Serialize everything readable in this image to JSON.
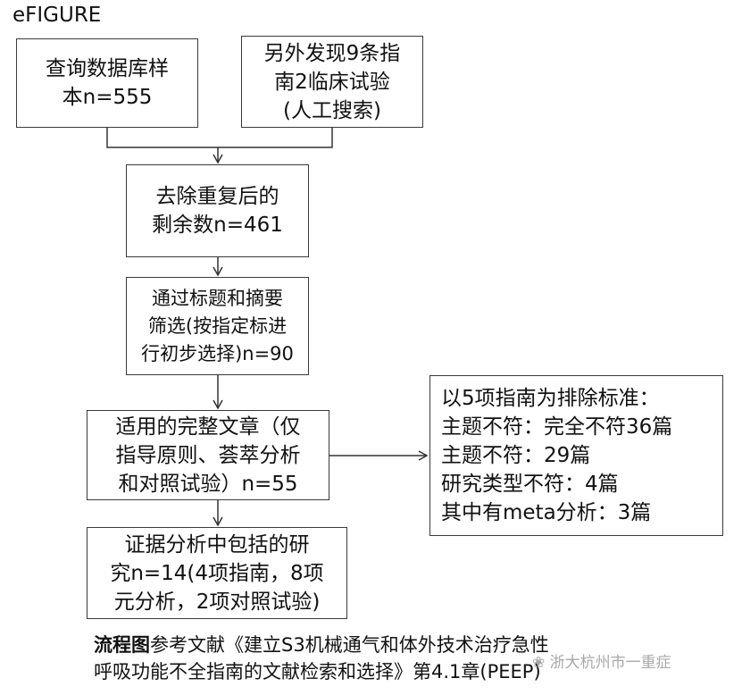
{
  "figure_label": "eFIGURE",
  "nodes": {
    "database": {
      "lines": [
        "查询数据库样",
        "本n=555"
      ]
    },
    "manual": {
      "lines": [
        "另外发现9条指",
        "南2临床试验",
        "(人工搜索)"
      ]
    },
    "dedup": {
      "lines": [
        "去除重复后的",
        "剩余数n=461"
      ]
    },
    "screen": {
      "lines": [
        "通过标题和摘要",
        "筛选(按指定标进",
        "行初步选择)n=90"
      ]
    },
    "fulltext": {
      "lines": [
        "适用的完整文章（仅",
        "指导原则、荟萃分析",
        "和对照试验）n=55"
      ]
    },
    "exclusion": {
      "lines": [
        "以5项指南为排除标准：",
        "主题不符：完全不符36篇",
        "主题不符：29篇",
        "研究类型不符：4篇",
        "其中有meta分析：3篇"
      ]
    },
    "included": {
      "lines": [
        "证据分析中包括的研",
        "究n=14(4项指南，8项",
        "元分析，2项对照试验)"
      ]
    }
  },
  "caption": {
    "bold": "流程图",
    "line1": "参考文献《建立S3机械通气和体外技术治疗急性",
    "line2": "呼吸功能不全指南的文献检索和选择》第4.1章(PEEP)"
  },
  "watermark": "浙大杭州市一重症"
}
